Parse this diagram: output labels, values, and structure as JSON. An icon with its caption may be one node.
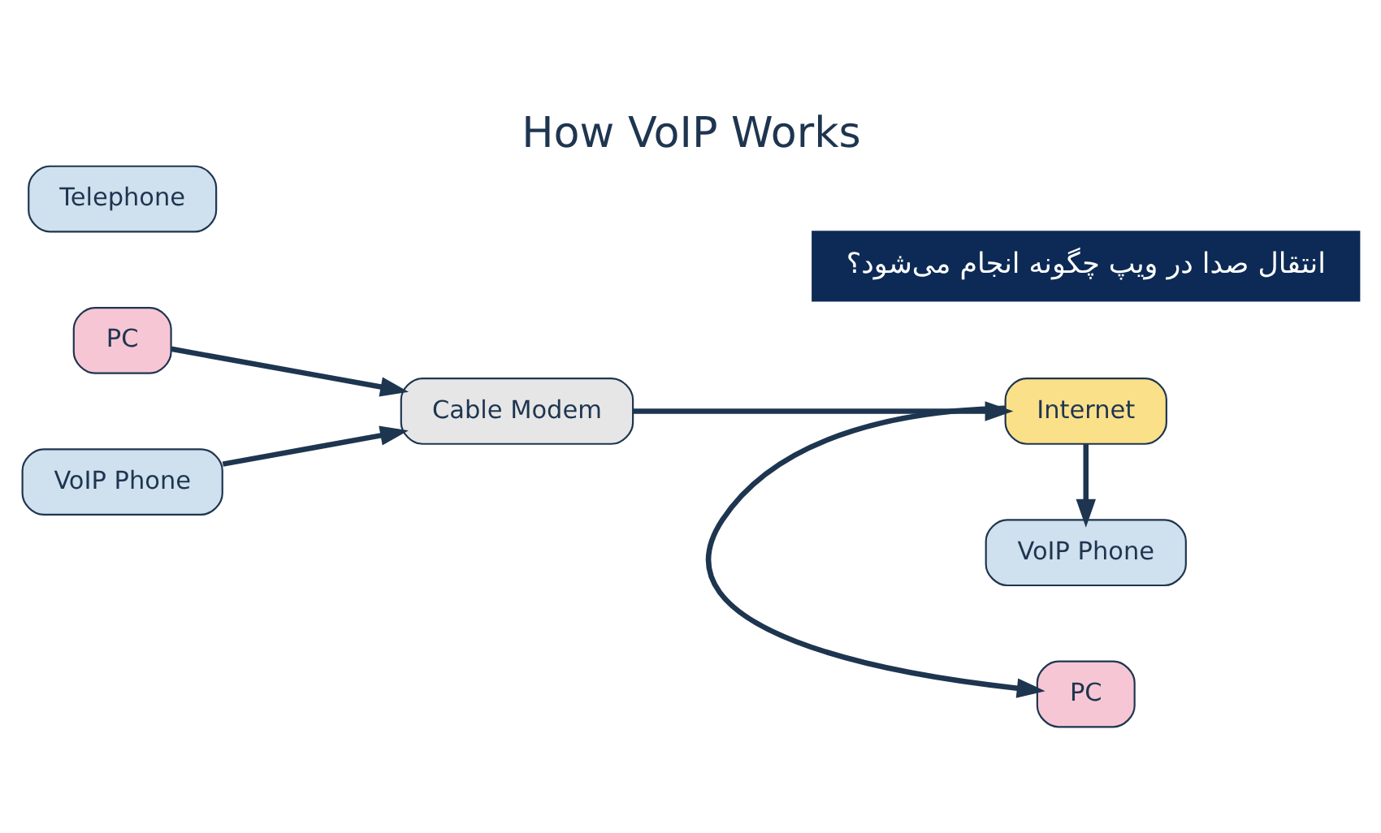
{
  "diagram": {
    "title": "How VoIP Works",
    "caption": "انتقال صدا در ویپ چگونه انجام می‌شود؟",
    "nodes": [
      {
        "text": [
          "PC"
        ]
      },
      {
        "text": [
          "Telephone"
        ]
      },
      {
        "text": [
          "VoIP Phone"
        ]
      },
      {
        "text": [
          "Cable Modem"
        ]
      },
      {
        "text": [
          "PC"
        ]
      },
      {
        "text": [
          "Internet"
        ]
      },
      {
        "text": [
          "VoIP Phone"
        ]
      }
    ],
    "edges": [
      {
        "from": 0,
        "to": 3,
        "arrow": "to"
      },
      {
        "from": 2,
        "to": 3,
        "arrow": "to"
      },
      {
        "from": 3,
        "to": 5,
        "arrow": "to"
      },
      {
        "from": 5,
        "to": 4,
        "arrow": "to"
      },
      {
        "from": 5,
        "to": 6,
        "arrow": "to"
      }
    ]
  }
}
